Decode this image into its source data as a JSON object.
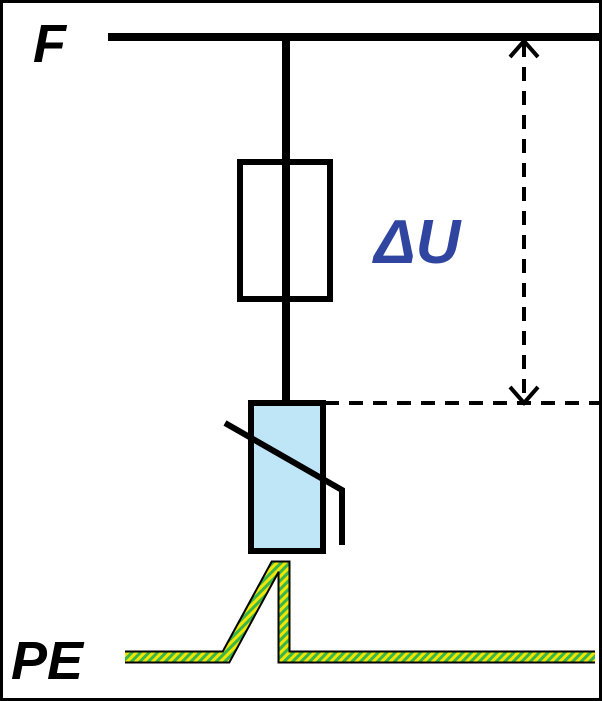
{
  "diagram": {
    "labels": {
      "phase": "F",
      "protective_earth": "PE",
      "voltage_drop": "ΔU"
    },
    "colors": {
      "line": "#000000",
      "voltage_label": "#2f45a0",
      "varistor_fill": "#bfe6f7",
      "earth_green": "#39b54a",
      "earth_yellow": "#f2e600",
      "background": "#ffffff"
    }
  }
}
